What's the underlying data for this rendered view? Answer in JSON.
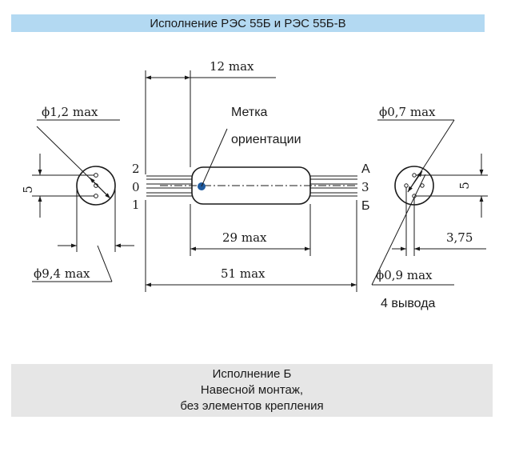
{
  "header": {
    "title": "Исполнение РЭС 55Б и РЭС 55Б-В"
  },
  "drawing": {
    "dim_length_top": "12 max",
    "dim_body": "29 max",
    "dim_total": "51 max",
    "left_view": {
      "pin_diameter": "ϕ1,2 max",
      "body_diameter": "ϕ9,4 max",
      "pin_spacing": "5"
    },
    "right_view": {
      "pin_diameter": "ϕ0,7 max",
      "lead_diameter": "ϕ0,9 max",
      "offset": "3,75",
      "pin_spacing": "5",
      "leads_count": "4 вывода"
    },
    "orientation_label": [
      "Метка",
      "ориентации"
    ],
    "left_pins": [
      "2",
      "0",
      "1"
    ],
    "right_pins": [
      "А",
      "3",
      "Б"
    ],
    "marker_color": "#1f5a9e"
  },
  "footer": {
    "lines": [
      "Исполнение Б",
      "Навесной монтаж,",
      "без элементов крепления"
    ]
  }
}
